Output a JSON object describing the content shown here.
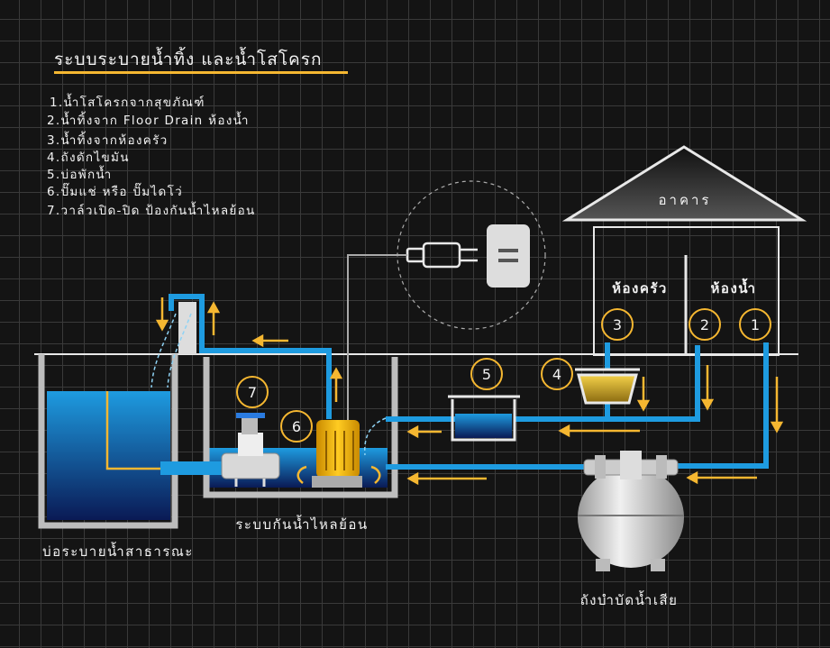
{
  "title": "ระบบระบายน้ำทิ้ง และน้ำโสโครก",
  "legend": [
    "1.น้ำโสโครกจากสุขภัณฑ์",
    "2.น้ำทิ้งจาก Floor Drain ห้องน้ำ",
    "3.น้ำทิ้งจากห้องครัว",
    "4.ถังดักไขมัน",
    "5.บ่อพักน้ำ",
    "6.ปั๊มแช่ หรือ ปั๊มไดโว่",
    "7.วาล์วเปิด-ปิด ป้องกันน้ำไหลย้อน"
  ],
  "building": {
    "roof_label": "อาคาร",
    "kitchen_label": "ห้องครัว",
    "bathroom_label": "ห้องน้ำ"
  },
  "markers": [
    "1",
    "2",
    "3",
    "4",
    "5",
    "6",
    "7"
  ],
  "labels": {
    "public_drain": "บ่อระบายน้ำสาธารณะ",
    "backflow_system": "ระบบกันน้ำไหลย้อน",
    "treatment_tank": "ถังบำบัดน้ำเสีย"
  },
  "colors": {
    "water": "#1e9be0",
    "accent": "#f5b731",
    "line": "#e8e8e8",
    "pipe": "#1e9be0"
  }
}
